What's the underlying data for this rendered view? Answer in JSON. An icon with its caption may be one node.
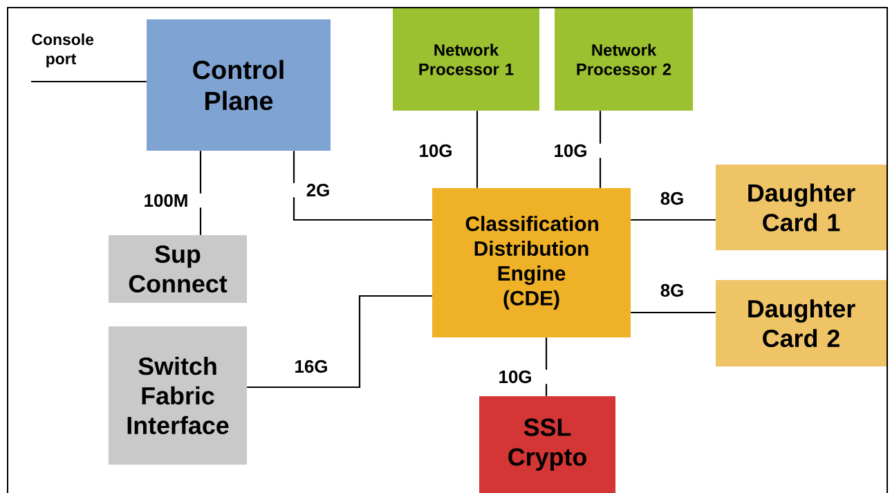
{
  "diagram": {
    "nodes": [
      {
        "text": [
          "Control Plane"
        ]
      },
      {
        "text": [
          "Network Processor 1"
        ]
      },
      {
        "text": [
          "Network Processor 2"
        ]
      },
      {
        "text": [
          "Classification Distribution Engine (CDE)"
        ]
      },
      {
        "text": [
          "Daughter Card 1"
        ]
      },
      {
        "text": [
          "Daughter Card 2"
        ]
      },
      {
        "text": [
          "Sup Connect"
        ]
      },
      {
        "text": [
          "Switch Fabric Interface"
        ]
      },
      {
        "text": [
          "SSL Crypto"
        ]
      }
    ],
    "edges": [
      {
        "from": null,
        "to": 0,
        "arrow": "none",
        "label": "Console port"
      },
      {
        "from": 0,
        "to": 6,
        "arrow": "none",
        "label": "100M"
      },
      {
        "from": 0,
        "to": 3,
        "arrow": "none",
        "label": "2G"
      },
      {
        "from": 1,
        "to": 3,
        "arrow": "none",
        "label": "10G"
      },
      {
        "from": 2,
        "to": 3,
        "arrow": "none",
        "label": "10G"
      },
      {
        "from": 3,
        "to": 4,
        "arrow": "none",
        "label": "8G"
      },
      {
        "from": 3,
        "to": 5,
        "arrow": "none",
        "label": "8G"
      },
      {
        "from": 3,
        "to": 7,
        "arrow": "none",
        "label": "16G"
      },
      {
        "from": 3,
        "to": 8,
        "arrow": "none",
        "label": "10G"
      }
    ]
  }
}
